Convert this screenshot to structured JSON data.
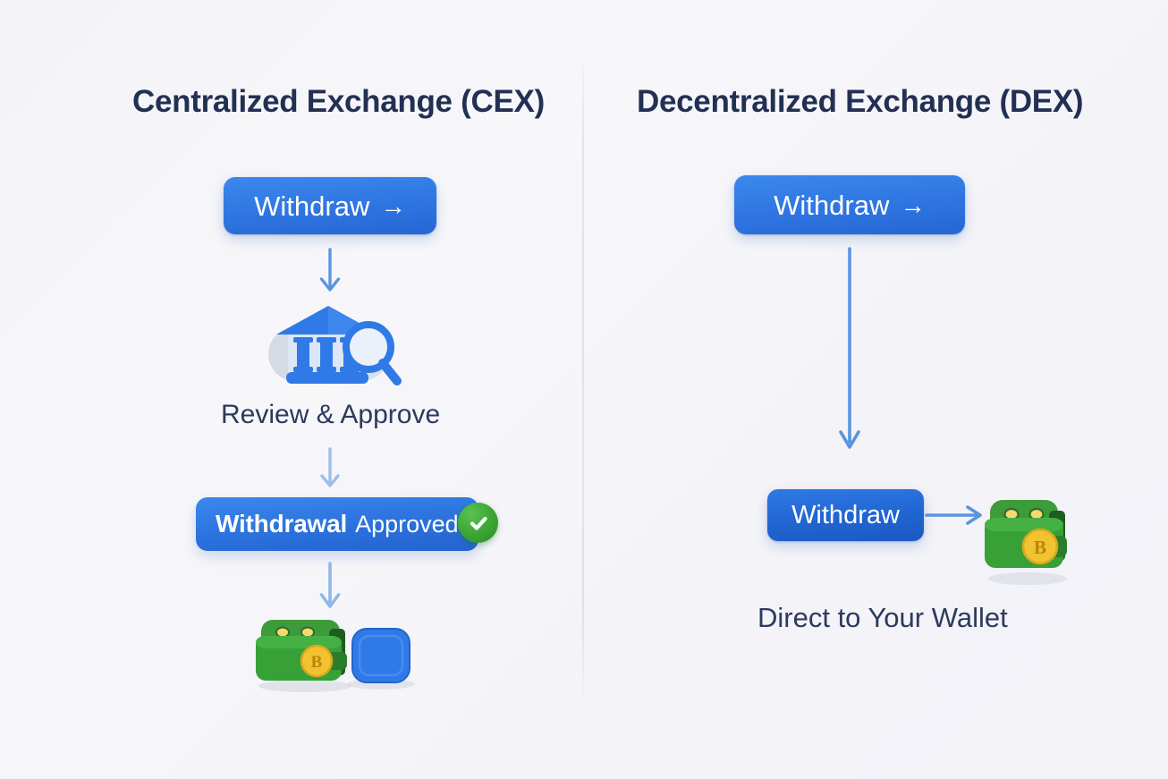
{
  "diagram": {
    "background_color": "#f3f3f8",
    "divider_color": "#e2e2ea",
    "accent_blue": "#2f75e0",
    "accent_green": "#34a32f",
    "coin_gold": "#f2c230",
    "title_color": "#233053"
  },
  "columns": [
    {
      "id": "cex",
      "title": "Centralized Exchange (CEX)",
      "steps": [
        {
          "kind": "button",
          "label": "Withdraw",
          "arrow_glyph": "→",
          "name": "cex-withdraw-button"
        },
        {
          "kind": "arrow",
          "direction": "down",
          "name": "cex-arrow-1"
        },
        {
          "kind": "icon",
          "icon": "bank-magnifier-icon",
          "name": "cex-review-icon"
        },
        {
          "kind": "caption",
          "label": "Review & Approve",
          "name": "cex-review-caption"
        },
        {
          "kind": "arrow",
          "direction": "down",
          "name": "cex-arrow-2"
        },
        {
          "kind": "badge",
          "label_strong": "Withdrawal",
          "label_light": "Approved",
          "status_icon": "check-circle-icon",
          "name": "cex-approved-badge"
        },
        {
          "kind": "arrow",
          "direction": "down",
          "name": "cex-arrow-3"
        },
        {
          "kind": "icon-pair",
          "icons": [
            "bitcoin-wallet-icon",
            "blue-square-icon"
          ],
          "name": "cex-wallet-group"
        }
      ]
    },
    {
      "id": "dex",
      "title": "Decentralized Exchange (DEX)",
      "steps": [
        {
          "kind": "button",
          "label": "Withdraw",
          "arrow_glyph": "→",
          "name": "dex-withdraw-button"
        },
        {
          "kind": "arrow",
          "direction": "down",
          "name": "dex-long-arrow"
        },
        {
          "kind": "button",
          "label": "Withdraw",
          "name": "dex-withdraw-button-2"
        },
        {
          "kind": "arrow",
          "direction": "right",
          "name": "dex-arrow-right"
        },
        {
          "kind": "icon",
          "icon": "bitcoin-wallet-icon",
          "name": "dex-wallet-icon"
        },
        {
          "kind": "caption",
          "label": "Direct to Your Wallet",
          "name": "dex-caption"
        }
      ]
    }
  ]
}
